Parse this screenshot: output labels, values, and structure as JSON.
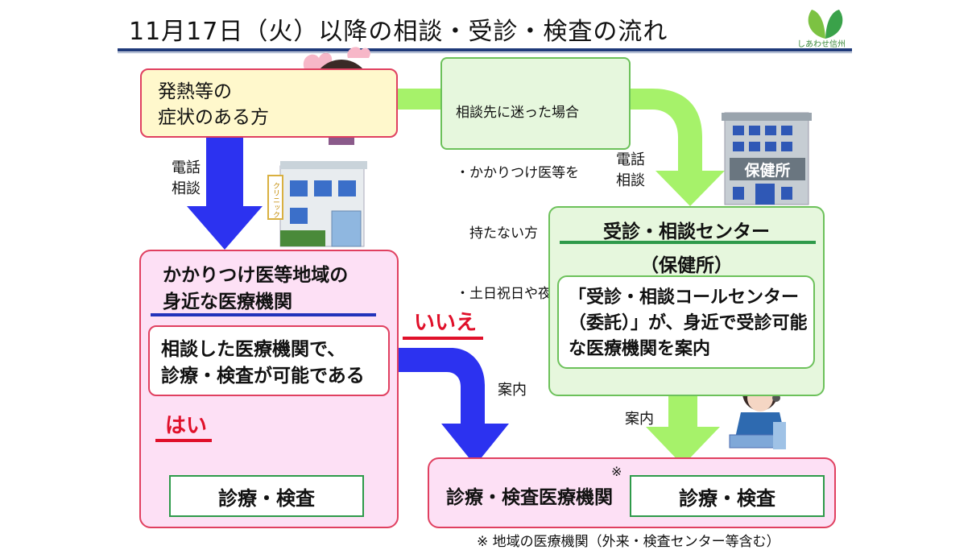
{
  "header": {
    "title": "11月17日（火）以降の相談・受診・検査の流れ",
    "logo_text": "しあわせ信州"
  },
  "symptoms": {
    "line1": "発熱等の",
    "line2": "症状のある方"
  },
  "note": {
    "line1": "相談先に迷った場合",
    "line2": "・かかりつけ医等を",
    "line3": "　持たない方",
    "line4": "・土日祝日や夜間"
  },
  "phone_left": {
    "line1": "電話",
    "line2": "相談"
  },
  "phone_right": {
    "line1": "電話",
    "line2": "相談"
  },
  "clinic_sign": "クリニック",
  "hokenjo_sign": "保健所",
  "local": {
    "title1": "かかりつけ医等地域の",
    "title2": "身近な医療機関",
    "question1": "相談した医療機関で、",
    "question2": "診療・検査が可能である",
    "yes": "はい",
    "result": "診療・検査"
  },
  "no": "いいえ",
  "guide_left": "案内",
  "guide_right": "案内",
  "center": {
    "title": "受診・相談センター",
    "subtitle": "（保健所）",
    "line1": "「受診・相談コールセンター",
    "line2": "（委託）」が、身近で受診可能",
    "line3": "な医療機関を案内"
  },
  "testing": {
    "label": "診療・検査医療機関",
    "asterisk": "※",
    "result": "診療・検査",
    "footnote": "※ 地域の医療機関（外来・検査センター等含む）"
  },
  "colors": {
    "blue_arrow": "#2c32f0",
    "green_arrow": "#a6f26a",
    "red_accent": "#e0102a",
    "pink_fill": "#fde0f5",
    "green_fill": "#e6f7dd"
  }
}
